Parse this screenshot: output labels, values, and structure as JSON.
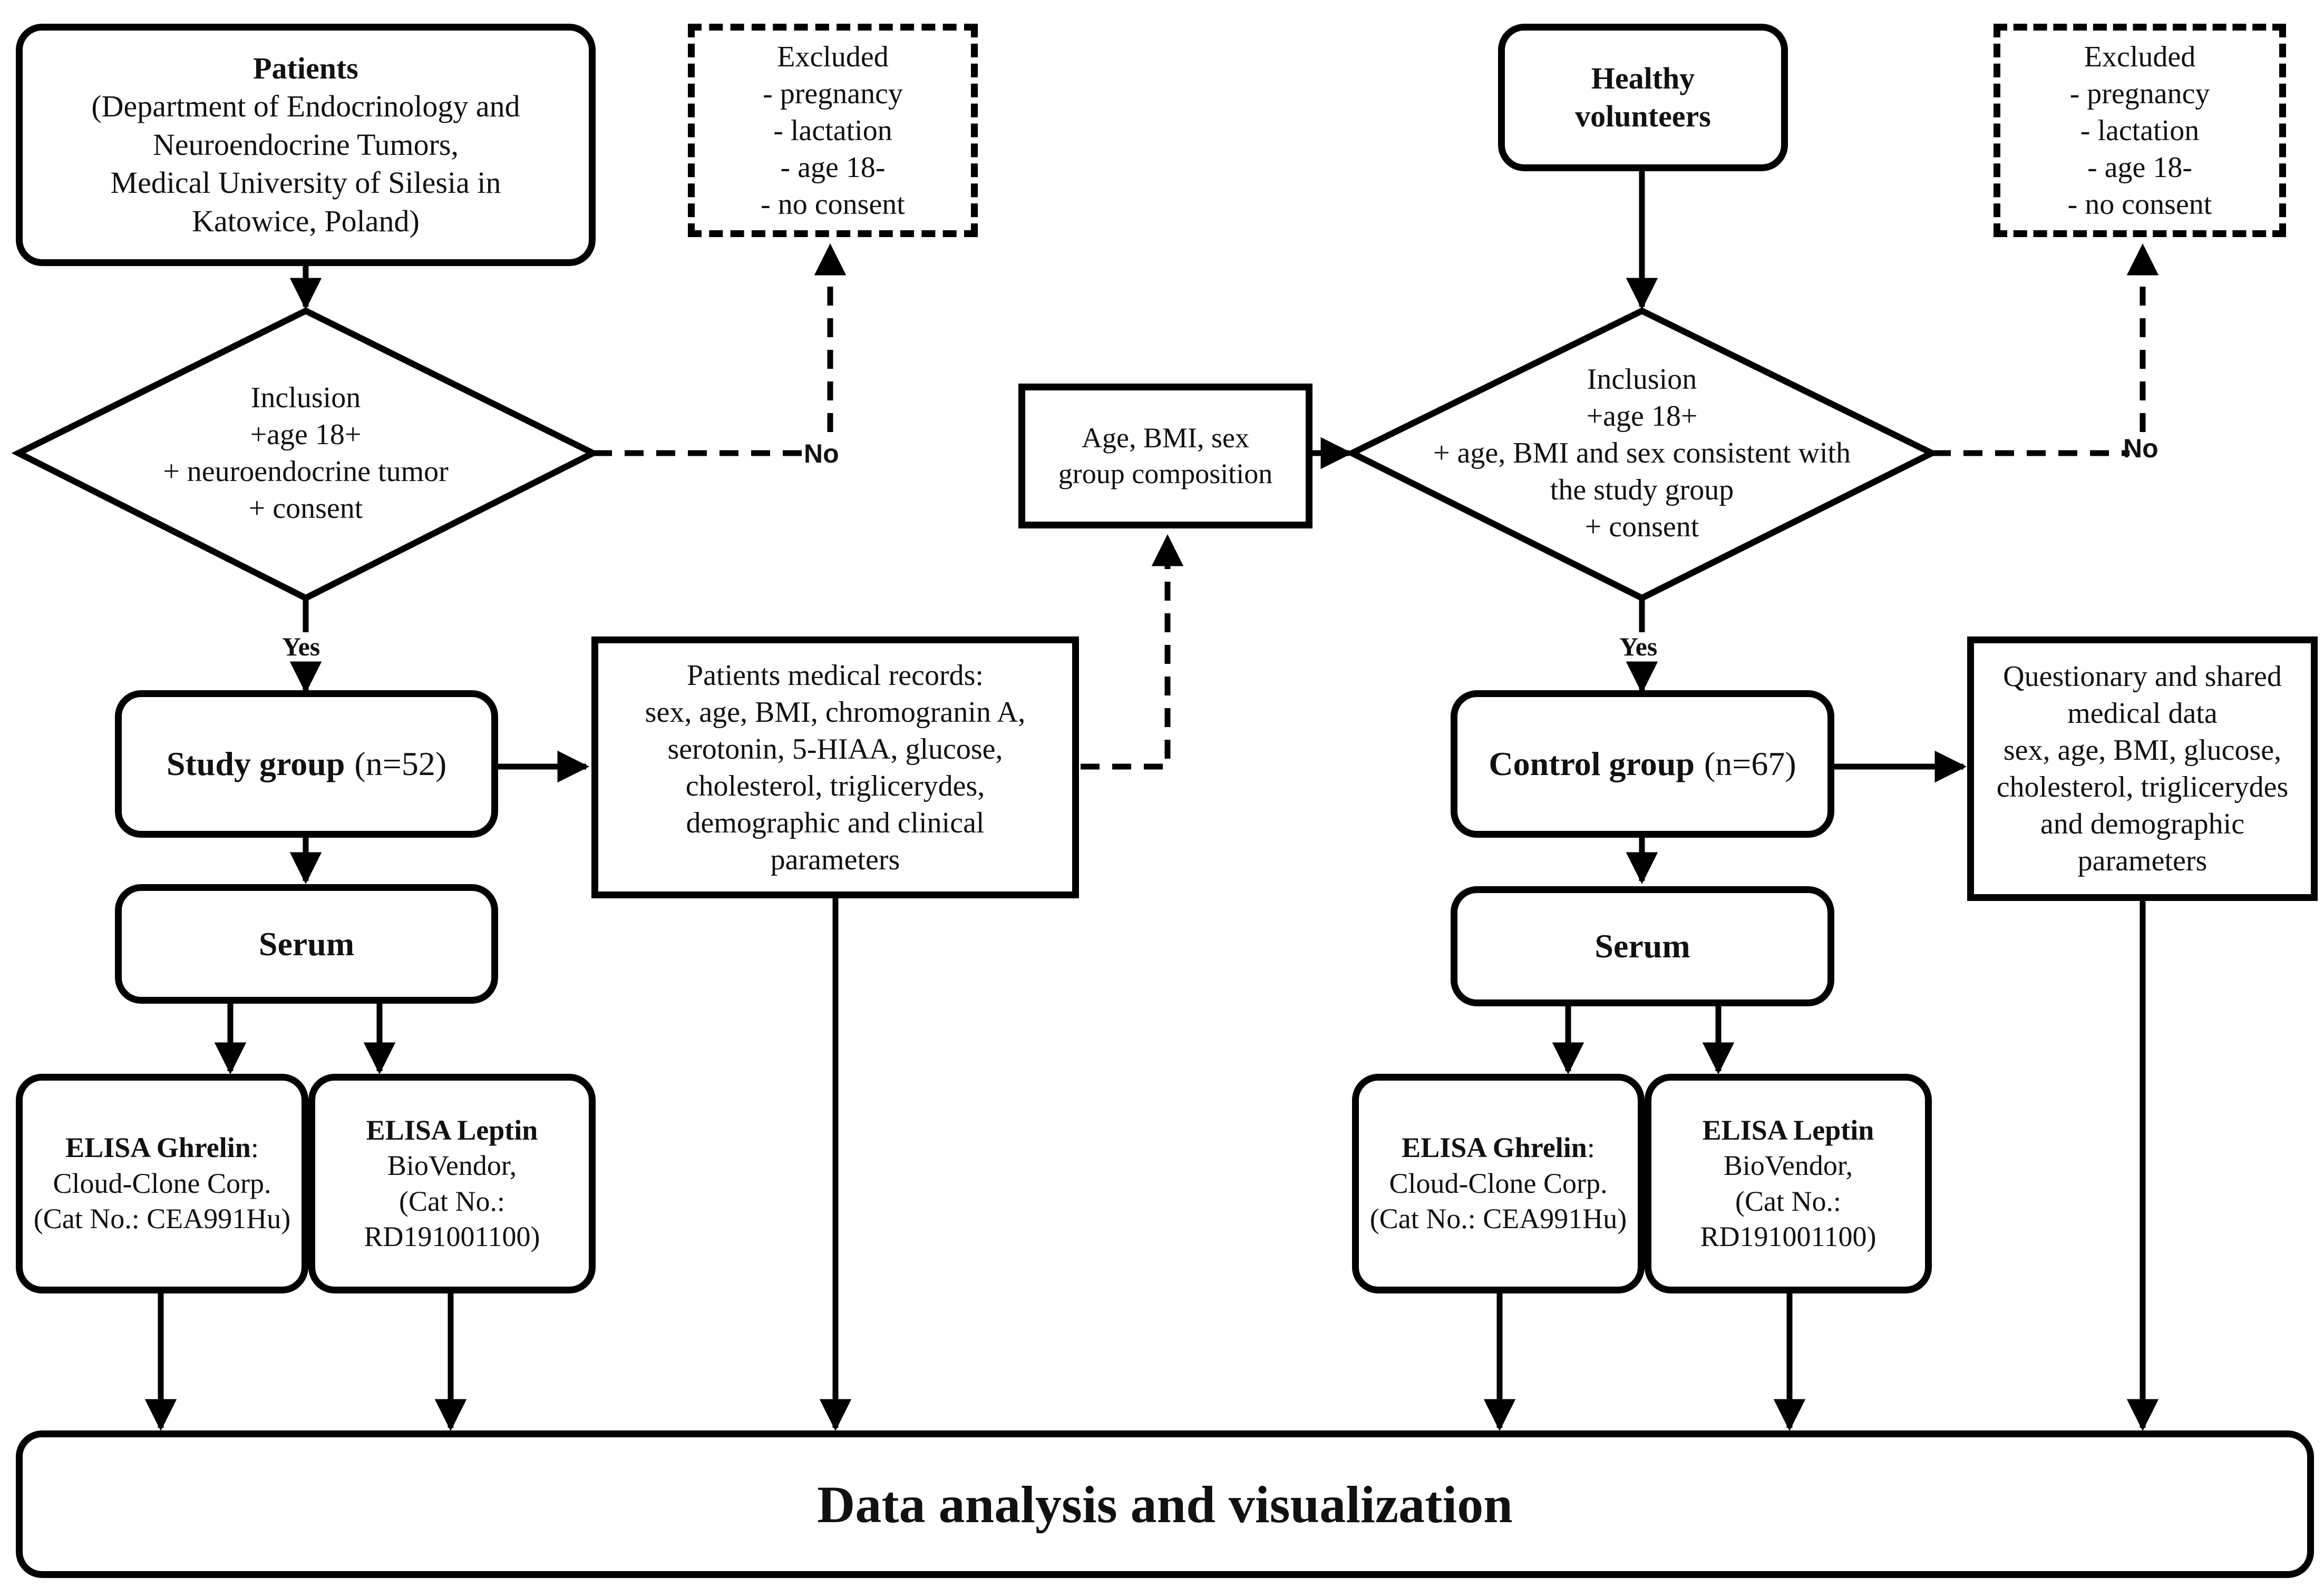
{
  "patients_box": {
    "title": "Patients",
    "lines": [
      "(Department of Endocrinology and",
      "Neuroendocrine Tumors,",
      "Medical University of Silesia in",
      "Katowice, Poland)"
    ]
  },
  "excluded_left": {
    "lines": [
      "Excluded",
      "- pregnancy",
      "- lactation",
      "- age 18-",
      "- no consent"
    ]
  },
  "inclusion_left": {
    "lines": [
      "Inclusion",
      "+age 18+",
      "+ neuroendocrine tumor",
      "+ consent"
    ]
  },
  "no_left": "No",
  "yes_left": "Yes",
  "study_group": {
    "name": "Study group",
    "count": "(n=52)"
  },
  "medical_records": {
    "lines": [
      "Patients medical records:",
      "sex, age, BMI, chromogranin A,",
      "serotonin, 5-HIAA, glucose,",
      "cholesterol, triglicerydes,",
      "demographic and clinical",
      "parameters"
    ]
  },
  "serum_left": "Serum",
  "elisa_ghrelin_left": {
    "title": "ELISA Ghrelin",
    "colon": ":",
    "lines": [
      "Cloud-Clone Corp.",
      "(Cat No.: CEA991Hu)"
    ]
  },
  "elisa_leptin_left": {
    "title": "ELISA Leptin",
    "lines": [
      "BioVendor,",
      "(Cat No.:",
      "RD191001100)"
    ]
  },
  "age_bmi_box": {
    "lines": [
      "Age, BMI, sex",
      "group composition"
    ]
  },
  "healthy_box": {
    "lines": [
      "Healthy",
      "volunteers"
    ]
  },
  "excluded_right": {
    "lines": [
      "Excluded",
      "- pregnancy",
      "- lactation",
      "- age 18-",
      "- no consent"
    ]
  },
  "inclusion_right": {
    "lines": [
      "Inclusion",
      "+age 18+",
      "+ age, BMI and sex consistent with",
      "the study group",
      "+ consent"
    ]
  },
  "no_right": "No",
  "yes_right": "Yes",
  "control_group": {
    "name": "Control group",
    "count": "(n=67)"
  },
  "questionary": {
    "lines": [
      "Questionary and shared",
      "medical data",
      "sex, age, BMI, glucose,",
      "cholesterol, triglicerydes",
      "and demographic",
      "parameters"
    ]
  },
  "serum_right": "Serum",
  "elisa_ghrelin_right": {
    "title": "ELISA Ghrelin",
    "colon": ":",
    "lines": [
      "Cloud-Clone Corp.",
      "(Cat No.: CEA991Hu)"
    ]
  },
  "elisa_leptin_right": {
    "title": "ELISA Leptin",
    "lines": [
      "BioVendor,",
      "(Cat No.:",
      "RD191001100)"
    ]
  },
  "data_analysis": "Data analysis and visualization"
}
